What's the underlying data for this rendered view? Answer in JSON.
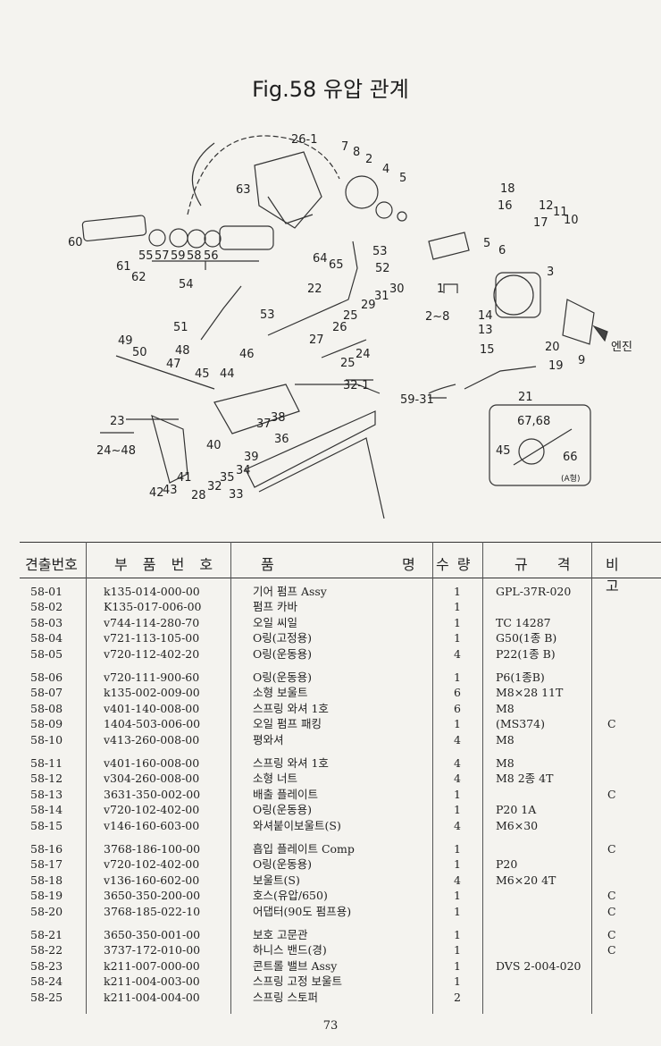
{
  "title": "Fig.58 유압 관계",
  "diagram_labels": {
    "l26_1": "26-1",
    "l7": "7",
    "l8": "8",
    "l2": "2",
    "l4": "4",
    "l5": "5",
    "l63": "63",
    "l60": "60",
    "l55": "55",
    "l57": "57",
    "l59": "59",
    "l58": "58",
    "l56": "56",
    "l61": "61",
    "l62": "62",
    "l54": "54",
    "l64": "64",
    "l65": "65",
    "l53a": "53",
    "l52": "52",
    "l22": "22",
    "l29": "29",
    "l31": "31",
    "l30": "30",
    "l51": "51",
    "l53b": "53",
    "l25a": "25",
    "l26": "26",
    "l27": "27",
    "l25b": "25",
    "l24": "24",
    "l49": "49",
    "l50": "50",
    "l48": "48",
    "l47": "47",
    "l45a": "45",
    "l44": "44",
    "l46": "46",
    "l32_1": "32-1",
    "l23": "23",
    "l24_48": "24~48",
    "l40": "40",
    "l37": "37",
    "l38": "38",
    "l36": "36",
    "l39": "39",
    "l34": "34",
    "l35": "35",
    "l32": "32",
    "l33": "33",
    "l28": "28",
    "l41": "41",
    "l42": "42",
    "l43": "43",
    "l18": "18",
    "l16": "16",
    "l12": "12",
    "l11": "11",
    "l10": "10",
    "l17": "17",
    "l5b": "5",
    "l6": "6",
    "l3": "3",
    "l1": "1",
    "l2_8": "2~8",
    "l14": "14",
    "l13": "13",
    "l15": "15",
    "l20": "20",
    "l19": "19",
    "l9": "9",
    "engine": "엔진",
    "l21": "21",
    "l59_31": "59-31",
    "l67_68": "67,68",
    "l45b": "45",
    "l66": "66",
    "a_type": "(A형)"
  },
  "table": {
    "headers": {
      "no": "견출번호",
      "part": "부 품 번 호",
      "name_left": "품",
      "name_right": "명",
      "qty": "수 량",
      "spec": "규 격",
      "note": "비 고"
    },
    "rows": [
      {
        "no": "58-01",
        "part": "k135-014-000-00",
        "name": "기어 펌프 Assy",
        "qty": "1",
        "spec": "GPL-37R-020",
        "note": ""
      },
      {
        "no": "58-02",
        "part": "K135-017-006-00",
        "name": "펌프 카바",
        "qty": "1",
        "spec": "",
        "note": ""
      },
      {
        "no": "58-03",
        "part": "v744-114-280-70",
        "name": "오일 씨일",
        "qty": "1",
        "spec": "TC 14287",
        "note": ""
      },
      {
        "no": "58-04",
        "part": "v721-113-105-00",
        "name": "O링(고정용)",
        "qty": "1",
        "spec": "G50(1종 B)",
        "note": ""
      },
      {
        "no": "58-05",
        "part": "v720-112-402-20",
        "name": "O링(운동용)",
        "qty": "4",
        "spec": "P22(1종 B)",
        "note": ""
      },
      {
        "no": "58-06",
        "part": "v720-111-900-60",
        "name": "O링(운동용)",
        "qty": "1",
        "spec": "P6(1종B)",
        "note": ""
      },
      {
        "no": "58-07",
        "part": "k135-002-009-00",
        "name": "소형 보울트",
        "qty": "6",
        "spec": "M8×28 11T",
        "note": ""
      },
      {
        "no": "58-08",
        "part": "v401-140-008-00",
        "name": "스프링 와셔 1호",
        "qty": "6",
        "spec": "M8",
        "note": ""
      },
      {
        "no": "58-09",
        "part": "1404-503-006-00",
        "name": "오일 펌프 패킹",
        "qty": "1",
        "spec": "(MS374)",
        "note": "C"
      },
      {
        "no": "58-10",
        "part": "v413-260-008-00",
        "name": "평와셔",
        "qty": "4",
        "spec": "M8",
        "note": ""
      },
      {
        "no": "58-11",
        "part": "v401-160-008-00",
        "name": "스프링 와셔 1호",
        "qty": "4",
        "spec": "M8",
        "note": ""
      },
      {
        "no": "58-12",
        "part": "v304-260-008-00",
        "name": "소형 너트",
        "qty": "4",
        "spec": "M8 2종 4T",
        "note": ""
      },
      {
        "no": "58-13",
        "part": "3631-350-002-00",
        "name": "배출 플레이트",
        "qty": "1",
        "spec": "",
        "note": "C"
      },
      {
        "no": "58-14",
        "part": "v720-102-402-00",
        "name": "O링(운동용)",
        "qty": "1",
        "spec": "P20 1A",
        "note": ""
      },
      {
        "no": "58-15",
        "part": "v146-160-603-00",
        "name": "와셔붙이보울트(S)",
        "qty": "4",
        "spec": "M6×30",
        "note": ""
      },
      {
        "no": "58-16",
        "part": "3768-186-100-00",
        "name": "흡입 플레이트 Comp",
        "qty": "1",
        "spec": "",
        "note": "C"
      },
      {
        "no": "58-17",
        "part": "v720-102-402-00",
        "name": "O링(운동용)",
        "qty": "1",
        "spec": "P20",
        "note": ""
      },
      {
        "no": "58-18",
        "part": "v136-160-602-00",
        "name": "보울트(S)",
        "qty": "4",
        "spec": "M6×20 4T",
        "note": ""
      },
      {
        "no": "58-19",
        "part": "3650-350-200-00",
        "name": "호스(유압/650)",
        "qty": "1",
        "spec": "",
        "note": "C"
      },
      {
        "no": "58-20",
        "part": "3768-185-022-10",
        "name": "어댑터(90도 펌프용)",
        "qty": "1",
        "spec": "",
        "note": "C"
      },
      {
        "no": "58-21",
        "part": "3650-350-001-00",
        "name": "보호 고문관",
        "qty": "1",
        "spec": "",
        "note": "C"
      },
      {
        "no": "58-22",
        "part": "3737-172-010-00",
        "name": "하니스 밴드(경)",
        "qty": "1",
        "spec": "",
        "note": "C"
      },
      {
        "no": "58-23",
        "part": "k211-007-000-00",
        "name": "콘트롤 밸브 Assy",
        "qty": "1",
        "spec": "DVS 2-004-020",
        "note": ""
      },
      {
        "no": "58-24",
        "part": "k211-004-003-00",
        "name": "스프링 고정 보울트",
        "qty": "1",
        "spec": "",
        "note": ""
      },
      {
        "no": "58-25",
        "part": "k211-004-004-00",
        "name": "스프링 스토퍼",
        "qty": "2",
        "spec": "",
        "note": ""
      }
    ]
  },
  "page_number": "73"
}
